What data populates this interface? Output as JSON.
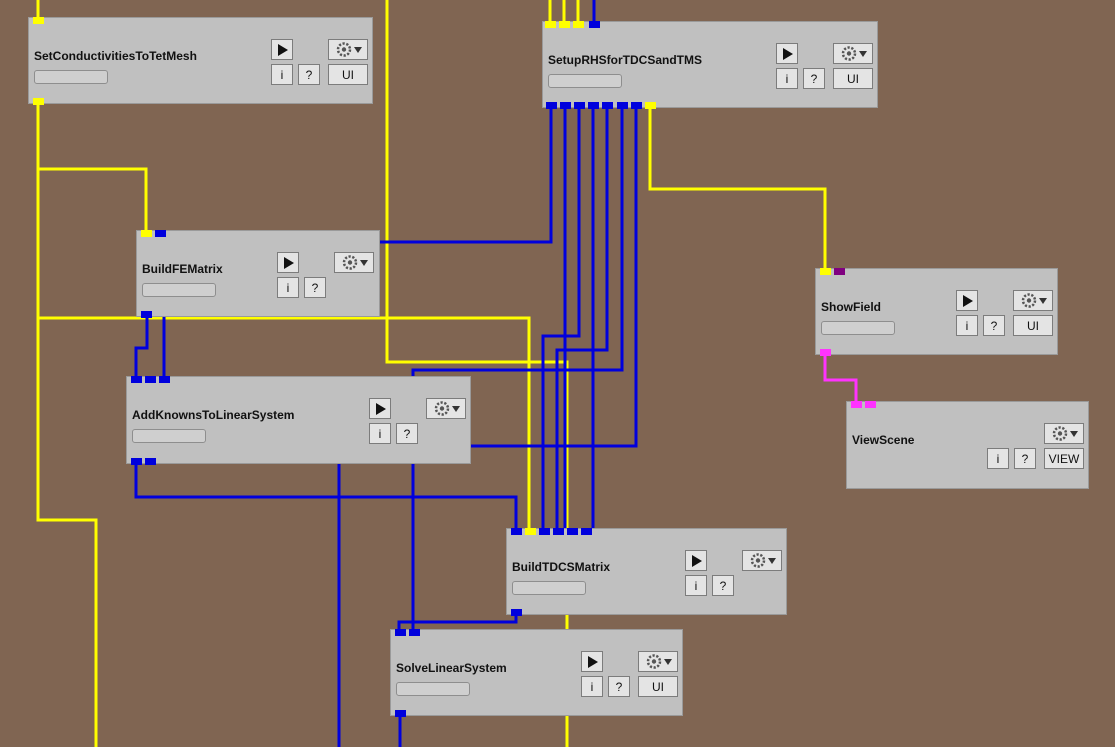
{
  "colors": {
    "background": "#806552",
    "module": "#c0c0c0",
    "wire_yellow": "#ffff00",
    "wire_blue": "#0000dd",
    "wire_magenta": "#ff33ff",
    "port_purple": "#800080"
  },
  "icons": {
    "run": "play-triangle-icon",
    "settings": "gear-dropdown-icon"
  },
  "modules": [
    {
      "id": "setconductivities",
      "title": "SetConductivitiesToTetMesh",
      "info": "i",
      "help": "?",
      "ui": "UI"
    },
    {
      "id": "setuprhs",
      "title": "SetupRHSforTDCSandTMS",
      "info": "i",
      "help": "?",
      "ui": "UI"
    },
    {
      "id": "buildfematrix",
      "title": "BuildFEMatrix",
      "info": "i",
      "help": "?",
      "ui": ""
    },
    {
      "id": "showfield",
      "title": "ShowField",
      "info": "i",
      "help": "?",
      "ui": "UI"
    },
    {
      "id": "addknowns",
      "title": "AddKnownsToLinearSystem",
      "info": "i",
      "help": "?",
      "ui": ""
    },
    {
      "id": "viewscene",
      "title": "ViewScene",
      "info": "i",
      "help": "?",
      "ui": "VIEW"
    },
    {
      "id": "buildtdcs",
      "title": "BuildTDCSMatrix",
      "info": "i",
      "help": "?",
      "ui": ""
    },
    {
      "id": "solvelinear",
      "title": "SolveLinearSystem",
      "info": "i",
      "help": "?",
      "ui": "UI"
    }
  ]
}
